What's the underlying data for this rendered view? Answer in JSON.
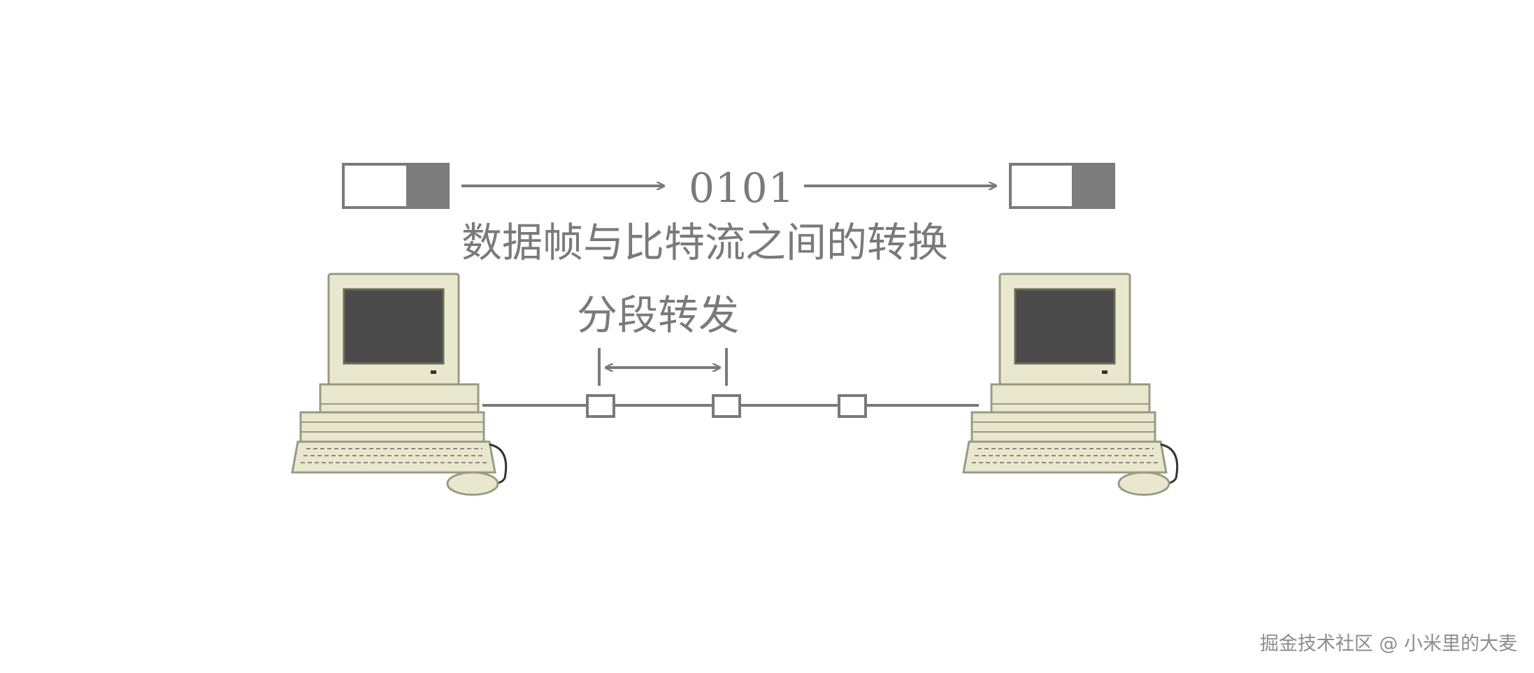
{
  "diagram": {
    "bit_stream_label": "0101",
    "conversion_caption": "数据帧与比特流之间的转换",
    "segment_forward_label": "分段转发"
  },
  "watermark": "掘金技术社区 @ 小米里的大麦",
  "colors": {
    "line": "#7a7a7a",
    "frame_tail": "#7c7c7c",
    "computer_body": "#e9e8cf",
    "computer_outline": "#9a9a84",
    "screen": "#4a4a4a",
    "background": "#ffffff"
  }
}
